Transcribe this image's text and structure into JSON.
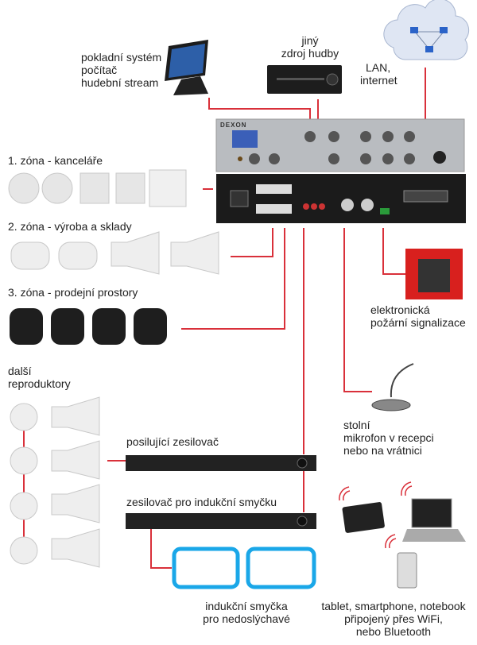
{
  "labels": {
    "pos": [
      "pokladní systém",
      "počítač",
      "hudební stream"
    ],
    "music_source": [
      "jiný",
      "zdroj hudby"
    ],
    "lan": [
      "LAN,",
      "internet"
    ],
    "zone1": "1. zóna - kanceláře",
    "zone2": "2. zóna - výroba a sklady",
    "zone3": "3. zóna - prodejní prostory",
    "fire": [
      "elektronická",
      "požární signalizace"
    ],
    "extra_speakers": [
      "další",
      "reproduktory"
    ],
    "mic": [
      "stolní",
      "mikrofon v recepci",
      "nebo na vrátnici"
    ],
    "booster": "posilující zesilovač",
    "loop_amp": "zesilovač pro indukční smyčku",
    "loop": [
      "indukční smyčka",
      "pro nedoslýchavé"
    ],
    "devices": [
      "tablet, smartphone, notebook",
      "připojený přes WiFi,",
      "nebo Bluetooth"
    ]
  },
  "device": {
    "brand": "DEXON"
  },
  "colors": {
    "wire": "#d9303a",
    "loop": "#1aa7e8",
    "panel_front": "#b9bcc0",
    "panel_rear": "#1b1b1b",
    "fire_panel": "#d8201e"
  }
}
